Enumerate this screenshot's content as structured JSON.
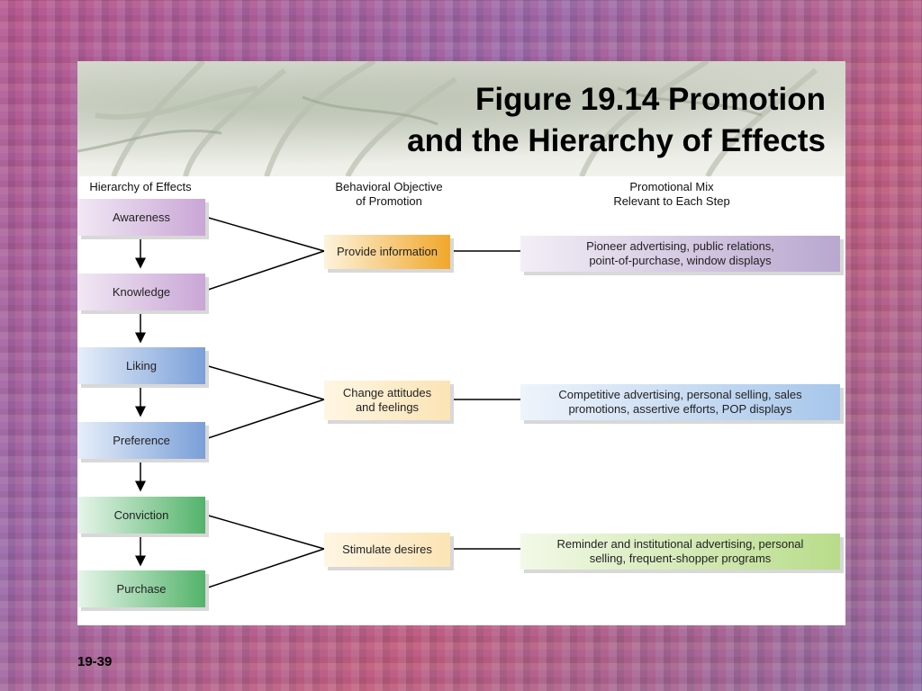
{
  "title": {
    "line1": "Figure 19.14 Promotion",
    "line2": "and the Hierarchy of Effects"
  },
  "columns": {
    "hierarchy": "Hierarchy of Effects",
    "objective_line1": "Behavioral Objective",
    "objective_line2": "of Promotion",
    "mix_line1": "Promotional Mix",
    "mix_line2": "Relevant to Each Step"
  },
  "hierarchy": [
    "Awareness",
    "Knowledge",
    "Liking",
    "Preference",
    "Conviction",
    "Purchase"
  ],
  "objectives": {
    "o1": "Provide information",
    "o2_line1": "Change attitudes",
    "o2_line2": "and feelings",
    "o3": "Stimulate desires"
  },
  "mix": {
    "m1_line1": "Pioneer advertising, public relations,",
    "m1_line2": "point-of-purchase, window displays",
    "m2_line1": "Competitive advertising, personal selling, sales",
    "m2_line2": "promotions, assertive efforts, POP displays",
    "m3_line1": "Reminder and institutional advertising, personal",
    "m3_line2": "selling, frequent-shopper programs"
  },
  "slide_number": "19-39",
  "colors": {
    "purple": "#c9a6d6",
    "blue": "#7a9fd8",
    "green": "#53b36a",
    "orange": "#f1a72a"
  }
}
